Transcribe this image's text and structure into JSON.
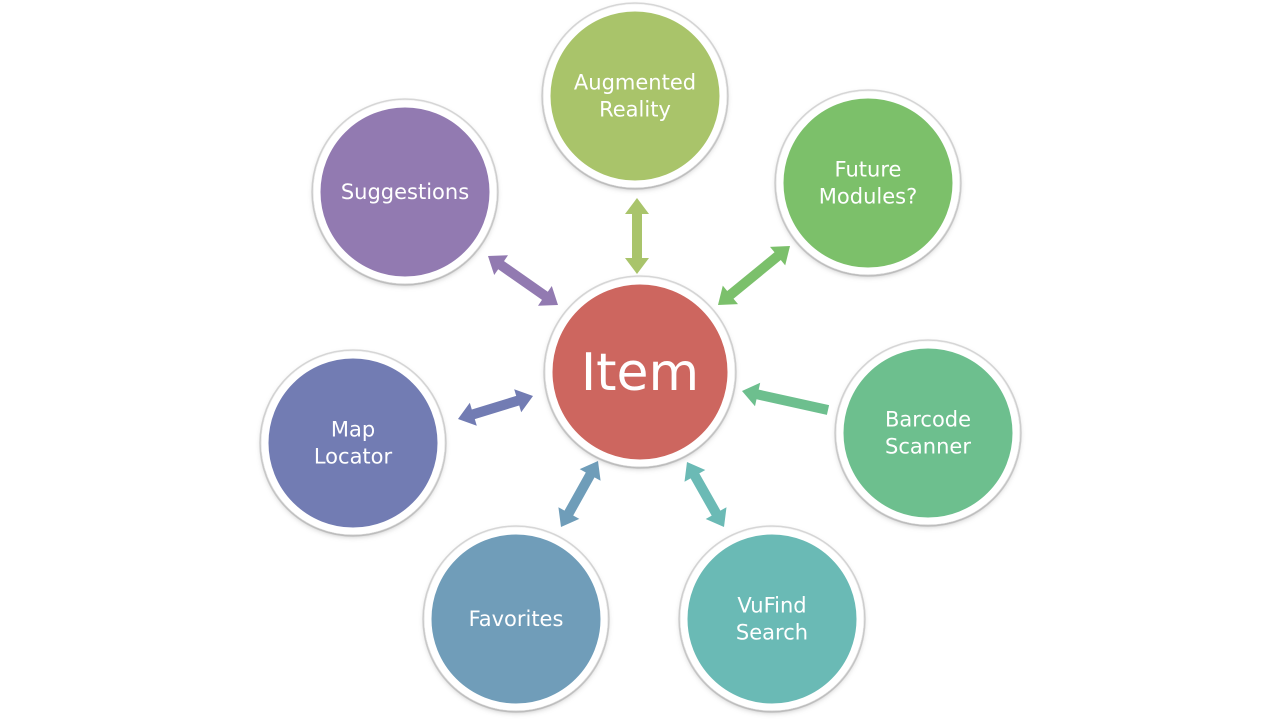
{
  "center": {
    "label": "Item",
    "color": "#cd665e"
  },
  "nodes": [
    {
      "id": "augmented-reality",
      "lines": [
        "Augmented",
        "Reality"
      ],
      "color": "#a9c46b",
      "arrow": "both"
    },
    {
      "id": "future-modules",
      "lines": [
        "Future",
        "Modules?"
      ],
      "color": "#7bc06b",
      "arrow": "both"
    },
    {
      "id": "barcode-scanner",
      "lines": [
        "Barcode",
        "Scanner"
      ],
      "color": "#6dbf8e",
      "arrow": "to-center"
    },
    {
      "id": "vufind-search",
      "lines": [
        "VuFind",
        "Search"
      ],
      "color": "#6bbab5",
      "arrow": "both"
    },
    {
      "id": "favorites",
      "lines": [
        "Favorites"
      ],
      "color": "#6f9db9",
      "arrow": "both"
    },
    {
      "id": "map-locator",
      "lines": [
        "Map",
        "Locator"
      ],
      "color": "#727cb3",
      "arrow": "both"
    },
    {
      "id": "suggestions",
      "lines": [
        "Suggestions"
      ],
      "color": "#927ab1",
      "arrow": "both"
    }
  ]
}
